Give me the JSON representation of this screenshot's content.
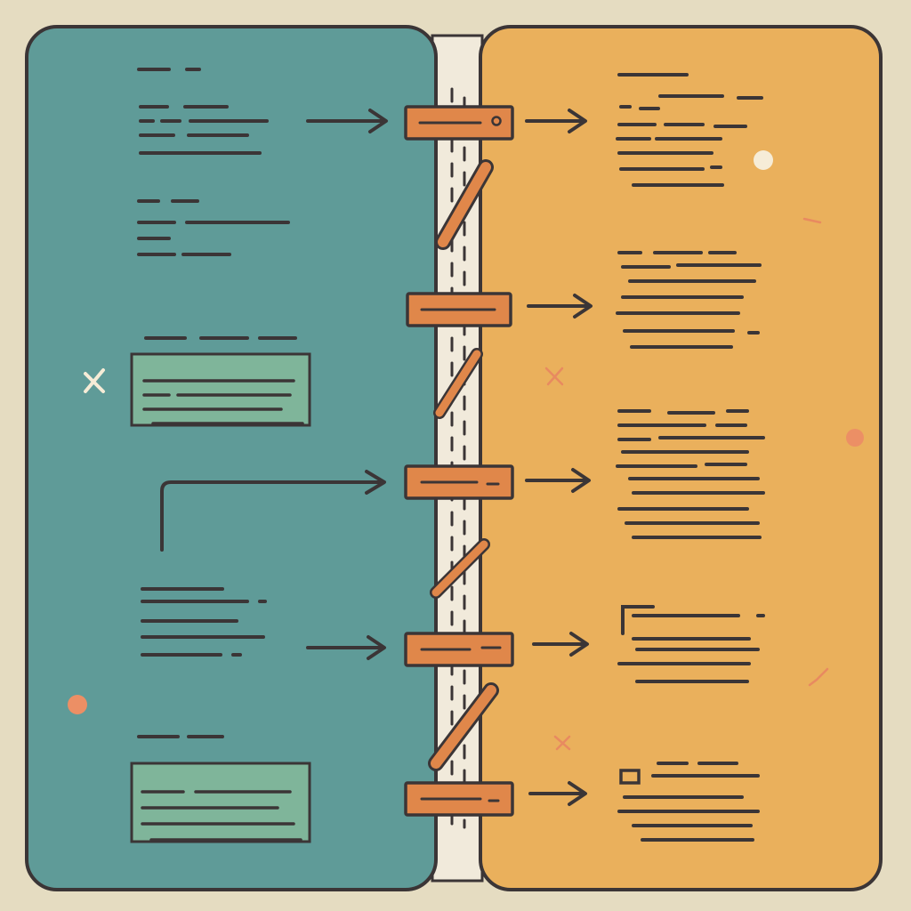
{
  "diagram": {
    "palette": {
      "background": "#e5dcc1",
      "left_panel": "#5f9b98",
      "right_panel": "#eab05c",
      "outline": "#3b3536",
      "connector": "#e0874a",
      "green_block": "#7fb59a",
      "accent_dot": "#ec8f65",
      "light_dot": "#f6ecd7"
    },
    "icons": {
      "left_mark": "cross-icon",
      "right_marks": [
        "cross-icon",
        "check-icon"
      ],
      "dots": [
        "orange-dot",
        "white-dot"
      ],
      "connector": "rectangular-connector",
      "link": "diagonal-pin"
    },
    "structure": {
      "left_groups": 5,
      "right_groups": 5,
      "connector_count": 5,
      "link_count": 4,
      "highlighted_groups": 2
    }
  }
}
